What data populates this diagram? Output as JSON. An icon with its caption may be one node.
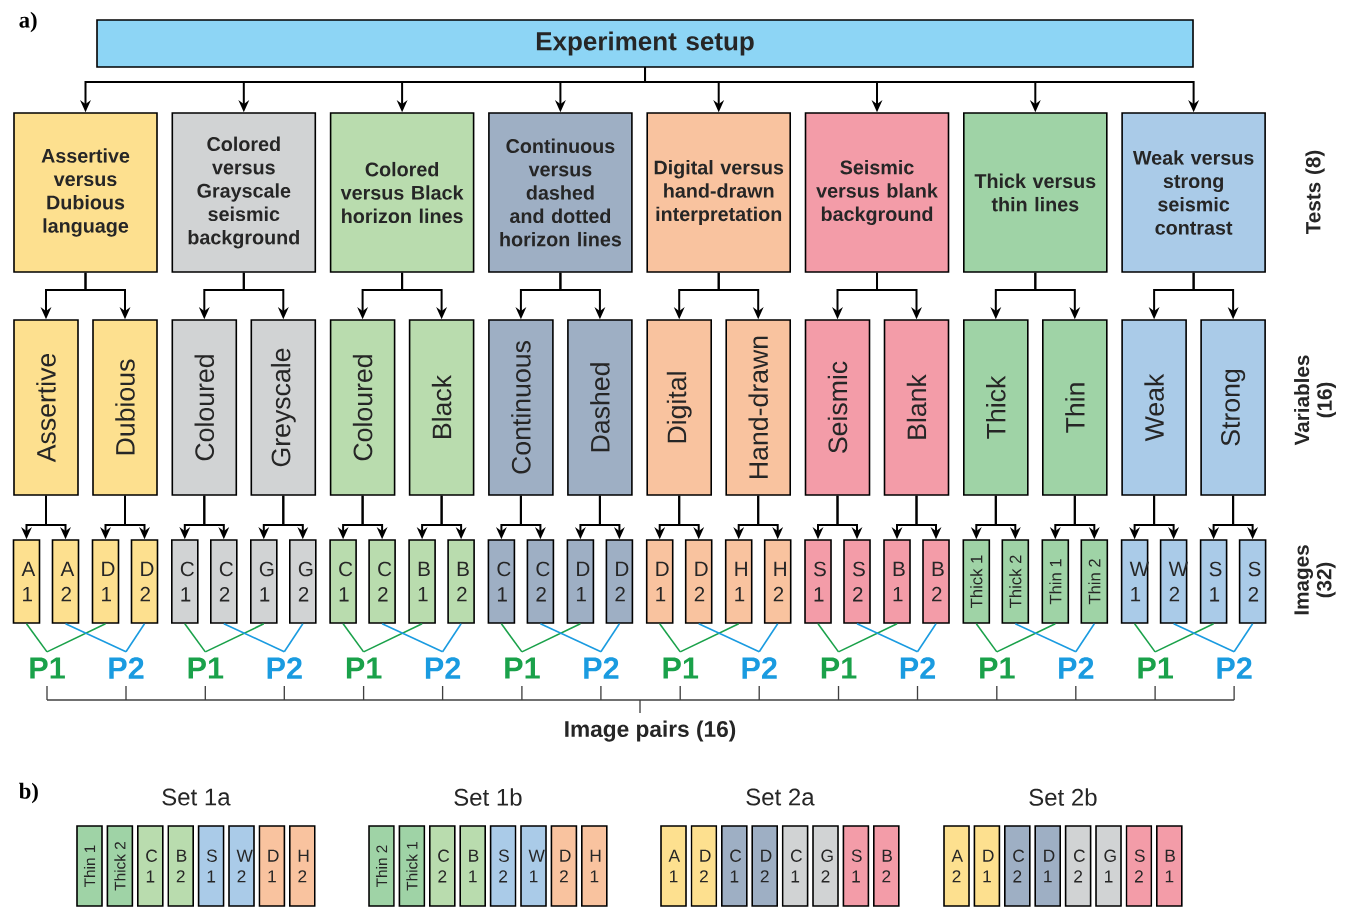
{
  "diagram": {
    "nodes": [
      {
        "text": [
          "Experiment setup"
        ]
      },
      {
        "text": [
          "Assertive versus Dubious language"
        ]
      },
      {
        "text": [
          "Colored versus Grayscale seismic background"
        ]
      },
      {
        "text": [
          "Colored versus Black horizon lines"
        ]
      },
      {
        "text": [
          "Continuous versus dashed and dotted horizon lines"
        ]
      },
      {
        "text": [
          "Digital versus hand-drawn interpretation"
        ]
      },
      {
        "text": [
          "Seismic versus blank background"
        ]
      },
      {
        "text": [
          "Thick versus thin lines"
        ]
      },
      {
        "text": [
          "Weak versus strong seismic contrast"
        ]
      },
      {
        "text": [
          "Assertive"
        ]
      },
      {
        "text": [
          "Dubious"
        ]
      },
      {
        "text": [
          "Coloured"
        ]
      },
      {
        "text": [
          "Greyscale"
        ]
      },
      {
        "text": [
          "Coloured"
        ]
      },
      {
        "text": [
          "Black"
        ]
      },
      {
        "text": [
          "Continuous"
        ]
      },
      {
        "text": [
          "Dashed"
        ]
      },
      {
        "text": [
          "Digital"
        ]
      },
      {
        "text": [
          "Hand-drawn"
        ]
      },
      {
        "text": [
          "Seismic"
        ]
      },
      {
        "text": [
          "Blank"
        ]
      },
      {
        "text": [
          "Thick"
        ]
      },
      {
        "text": [
          "Thin"
        ]
      },
      {
        "text": [
          "Weak"
        ]
      },
      {
        "text": [
          "Strong"
        ]
      },
      {
        "text": [
          "A 1"
        ]
      },
      {
        "text": [
          "A 2"
        ]
      },
      {
        "text": [
          "D 1"
        ]
      },
      {
        "text": [
          "D 2"
        ]
      },
      {
        "text": [
          "C 1"
        ]
      },
      {
        "text": [
          "C 2"
        ]
      },
      {
        "text": [
          "G 1"
        ]
      },
      {
        "text": [
          "G 2"
        ]
      },
      {
        "text": [
          "C 1"
        ]
      },
      {
        "text": [
          "C 2"
        ]
      },
      {
        "text": [
          "B 1"
        ]
      },
      {
        "text": [
          "B 2"
        ]
      },
      {
        "text": [
          "C 1"
        ]
      },
      {
        "text": [
          "C 2"
        ]
      },
      {
        "text": [
          "D 1"
        ]
      },
      {
        "text": [
          "D 2"
        ]
      },
      {
        "text": [
          "D 1"
        ]
      },
      {
        "text": [
          "D 2"
        ]
      },
      {
        "text": [
          "H 1"
        ]
      },
      {
        "text": [
          "H 2"
        ]
      },
      {
        "text": [
          "S 1"
        ]
      },
      {
        "text": [
          "S 2"
        ]
      },
      {
        "text": [
          "B 1"
        ]
      },
      {
        "text": [
          "B 2"
        ]
      },
      {
        "text": [
          "Thick 1"
        ]
      },
      {
        "text": [
          "Thick 2"
        ]
      },
      {
        "text": [
          "Thin 1"
        ]
      },
      {
        "text": [
          "Thin 2"
        ]
      },
      {
        "text": [
          "W 1"
        ]
      },
      {
        "text": [
          "W 2"
        ]
      },
      {
        "text": [
          "S 1"
        ]
      },
      {
        "text": [
          "S 2"
        ]
      },
      {
        "text": [
          "P1"
        ]
      },
      {
        "text": [
          "P2"
        ]
      },
      {
        "text": [
          "P1"
        ]
      },
      {
        "text": [
          "P2"
        ]
      },
      {
        "text": [
          "P1"
        ]
      },
      {
        "text": [
          "P2"
        ]
      },
      {
        "text": [
          "P1"
        ]
      },
      {
        "text": [
          "P2"
        ]
      },
      {
        "text": [
          "P1"
        ]
      },
      {
        "text": [
          "P2"
        ]
      },
      {
        "text": [
          "P1"
        ]
      },
      {
        "text": [
          "P2"
        ]
      },
      {
        "text": [
          "P1"
        ]
      },
      {
        "text": [
          "P2"
        ]
      },
      {
        "text": [
          "P1"
        ]
      },
      {
        "text": [
          "P2"
        ]
      },
      {
        "text": [
          "Thin 1"
        ]
      },
      {
        "text": [
          "Thick 2"
        ]
      },
      {
        "text": [
          "C 1"
        ]
      },
      {
        "text": [
          "B 2"
        ]
      },
      {
        "text": [
          "S 1"
        ]
      },
      {
        "text": [
          "W 2"
        ]
      },
      {
        "text": [
          "D 1"
        ]
      },
      {
        "text": [
          "H 2"
        ]
      },
      {
        "text": [
          "Thin 2"
        ]
      },
      {
        "text": [
          "Thick 1"
        ]
      },
      {
        "text": [
          "C 2"
        ]
      },
      {
        "text": [
          "B 1"
        ]
      },
      {
        "text": [
          "S 2"
        ]
      },
      {
        "text": [
          "W 1"
        ]
      },
      {
        "text": [
          "D 2"
        ]
      },
      {
        "text": [
          "H 1"
        ]
      },
      {
        "text": [
          "A 1"
        ]
      },
      {
        "text": [
          "D 2"
        ]
      },
      {
        "text": [
          "C 1"
        ]
      },
      {
        "text": [
          "D 2"
        ]
      },
      {
        "text": [
          "C 1"
        ]
      },
      {
        "text": [
          "G 2"
        ]
      },
      {
        "text": [
          "S 1"
        ]
      },
      {
        "text": [
          "B 2"
        ]
      },
      {
        "text": [
          "A 2"
        ]
      },
      {
        "text": [
          "D 1"
        ]
      },
      {
        "text": [
          "C 2"
        ]
      },
      {
        "text": [
          "D 1"
        ]
      },
      {
        "text": [
          "C 2"
        ]
      },
      {
        "text": [
          "G 1"
        ]
      },
      {
        "text": [
          "S 2"
        ]
      },
      {
        "text": [
          "B 1"
        ]
      }
    ],
    "edges": [
      {
        "from": 0,
        "to": 1,
        "arrow": "to"
      },
      {
        "from": 0,
        "to": 2,
        "arrow": "to"
      },
      {
        "from": 0,
        "to": 3,
        "arrow": "to"
      },
      {
        "from": 0,
        "to": 4,
        "arrow": "to"
      },
      {
        "from": 0,
        "to": 5,
        "arrow": "to"
      },
      {
        "from": 0,
        "to": 6,
        "arrow": "to"
      },
      {
        "from": 0,
        "to": 7,
        "arrow": "to"
      },
      {
        "from": 0,
        "to": 8,
        "arrow": "to"
      },
      {
        "from": 1,
        "to": 9,
        "arrow": "to"
      },
      {
        "from": 1,
        "to": 10,
        "arrow": "to"
      },
      {
        "from": 2,
        "to": 11,
        "arrow": "to"
      },
      {
        "from": 2,
        "to": 12,
        "arrow": "to"
      },
      {
        "from": 3,
        "to": 13,
        "arrow": "to"
      },
      {
        "from": 3,
        "to": 14,
        "arrow": "to"
      },
      {
        "from": 4,
        "to": 15,
        "arrow": "to"
      },
      {
        "from": 4,
        "to": 16,
        "arrow": "to"
      },
      {
        "from": 5,
        "to": 17,
        "arrow": "to"
      },
      {
        "from": 5,
        "to": 18,
        "arrow": "to"
      },
      {
        "from": 6,
        "to": 19,
        "arrow": "to"
      },
      {
        "from": 6,
        "to": 20,
        "arrow": "to"
      },
      {
        "from": 7,
        "to": 21,
        "arrow": "to"
      },
      {
        "from": 7,
        "to": 22,
        "arrow": "to"
      },
      {
        "from": 8,
        "to": 23,
        "arrow": "to"
      },
      {
        "from": 8,
        "to": 24,
        "arrow": "to"
      },
      {
        "from": 9,
        "to": 25,
        "arrow": "to"
      },
      {
        "from": 9,
        "to": 26,
        "arrow": "to"
      },
      {
        "from": 10,
        "to": 27,
        "arrow": "to"
      },
      {
        "from": 10,
        "to": 28,
        "arrow": "to"
      },
      {
        "from": 11,
        "to": 29,
        "arrow": "to"
      },
      {
        "from": 11,
        "to": 30,
        "arrow": "to"
      },
      {
        "from": 12,
        "to": 31,
        "arrow": "to"
      },
      {
        "from": 12,
        "to": 32,
        "arrow": "to"
      },
      {
        "from": 13,
        "to": 33,
        "arrow": "to"
      },
      {
        "from": 13,
        "to": 34,
        "arrow": "to"
      },
      {
        "from": 14,
        "to": 35,
        "arrow": "to"
      },
      {
        "from": 14,
        "to": 36,
        "arrow": "to"
      },
      {
        "from": 15,
        "to": 37,
        "arrow": "to"
      },
      {
        "from": 15,
        "to": 38,
        "arrow": "to"
      },
      {
        "from": 16,
        "to": 39,
        "arrow": "to"
      },
      {
        "from": 16,
        "to": 40,
        "arrow": "to"
      },
      {
        "from": 17,
        "to": 41,
        "arrow": "to"
      },
      {
        "from": 17,
        "to": 42,
        "arrow": "to"
      },
      {
        "from": 18,
        "to": 43,
        "arrow": "to"
      },
      {
        "from": 18,
        "to": 44,
        "arrow": "to"
      },
      {
        "from": 19,
        "to": 45,
        "arrow": "to"
      },
      {
        "from": 19,
        "to": 46,
        "arrow": "to"
      },
      {
        "from": 20,
        "to": 47,
        "arrow": "to"
      },
      {
        "from": 20,
        "to": 48,
        "arrow": "to"
      },
      {
        "from": 21,
        "to": 49,
        "arrow": "to"
      },
      {
        "from": 21,
        "to": 50,
        "arrow": "to"
      },
      {
        "from": 22,
        "to": 51,
        "arrow": "to"
      },
      {
        "from": 22,
        "to": 52,
        "arrow": "to"
      },
      {
        "from": 23,
        "to": 53,
        "arrow": "to"
      },
      {
        "from": 23,
        "to": 54,
        "arrow": "to"
      },
      {
        "from": 24,
        "to": 55,
        "arrow": "to"
      },
      {
        "from": 24,
        "to": 56,
        "arrow": "to"
      },
      {
        "from": 25,
        "to": 57,
        "arrow": "none",
        "color": "#1aa14a"
      },
      {
        "from": 27,
        "to": 57,
        "arrow": "none",
        "color": "#1aa14a"
      },
      {
        "from": 26,
        "to": 58,
        "arrow": "none",
        "color": "#1a9be0"
      },
      {
        "from": 28,
        "to": 58,
        "arrow": "none",
        "color": "#1a9be0"
      },
      {
        "from": 29,
        "to": 59,
        "arrow": "none",
        "color": "#1aa14a"
      },
      {
        "from": 31,
        "to": 59,
        "arrow": "none",
        "color": "#1aa14a"
      },
      {
        "from": 30,
        "to": 60,
        "arrow": "none",
        "color": "#1a9be0"
      },
      {
        "from": 32,
        "to": 60,
        "arrow": "none",
        "color": "#1a9be0"
      },
      {
        "from": 33,
        "to": 61,
        "arrow": "none",
        "color": "#1aa14a"
      },
      {
        "from": 35,
        "to": 61,
        "arrow": "none",
        "color": "#1aa14a"
      },
      {
        "from": 34,
        "to": 62,
        "arrow": "none",
        "color": "#1a9be0"
      },
      {
        "from": 36,
        "to": 62,
        "arrow": "none",
        "color": "#1a9be0"
      },
      {
        "from": 37,
        "to": 63,
        "arrow": "none",
        "color": "#1aa14a"
      },
      {
        "from": 39,
        "to": 63,
        "arrow": "none",
        "color": "#1aa14a"
      },
      {
        "from": 38,
        "to": 64,
        "arrow": "none",
        "color": "#1a9be0"
      },
      {
        "from": 40,
        "to": 64,
        "arrow": "none",
        "color": "#1a9be0"
      },
      {
        "from": 41,
        "to": 65,
        "arrow": "none",
        "color": "#1aa14a"
      },
      {
        "from": 43,
        "to": 65,
        "arrow": "none",
        "color": "#1aa14a"
      },
      {
        "from": 42,
        "to": 66,
        "arrow": "none",
        "color": "#1a9be0"
      },
      {
        "from": 44,
        "to": 66,
        "arrow": "none",
        "color": "#1a9be0"
      },
      {
        "from": 45,
        "to": 67,
        "arrow": "none",
        "color": "#1aa14a"
      },
      {
        "from": 47,
        "to": 67,
        "arrow": "none",
        "color": "#1aa14a"
      },
      {
        "from": 46,
        "to": 68,
        "arrow": "none",
        "color": "#1a9be0"
      },
      {
        "from": 48,
        "to": 68,
        "arrow": "none",
        "color": "#1a9be0"
      },
      {
        "from": 49,
        "to": 69,
        "arrow": "none",
        "color": "#1aa14a"
      },
      {
        "from": 51,
        "to": 69,
        "arrow": "none",
        "color": "#1aa14a"
      },
      {
        "from": 50,
        "to": 70,
        "arrow": "none",
        "color": "#1a9be0"
      },
      {
        "from": 52,
        "to": 70,
        "arrow": "none",
        "color": "#1a9be0"
      },
      {
        "from": 53,
        "to": 71,
        "arrow": "none",
        "color": "#1aa14a"
      },
      {
        "from": 55,
        "to": 71,
        "arrow": "none",
        "color": "#1aa14a"
      },
      {
        "from": 54,
        "to": 72,
        "arrow": "none",
        "color": "#1a9be0"
      },
      {
        "from": 56,
        "to": 72,
        "arrow": "none",
        "color": "#1a9be0"
      }
    ],
    "labels": [
      "a)",
      "Tests (8)",
      "Variables (16)",
      "Images (32)",
      "Image pairs (16)",
      "b)",
      "Set 1a",
      "Set 1b",
      "Set 2a",
      "Set 2b"
    ]
  }
}
